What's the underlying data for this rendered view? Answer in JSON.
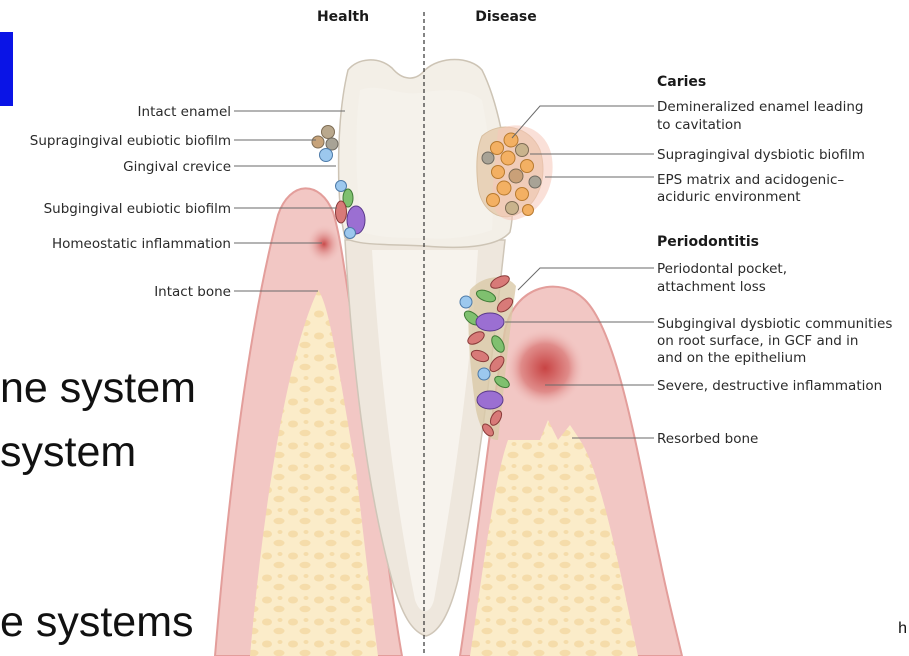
{
  "slide": {
    "line1": "ne system",
    "line2": "system",
    "line3": "e systems",
    "corner": "h"
  },
  "diagram": {
    "header_left": "Health",
    "header_right": "Disease",
    "left_labels": [
      "Intact enamel",
      "Supragingival eubiotic biofilm",
      "Gingival crevice",
      "Subgingival eubiotic biofilm",
      "Homeostatic inflammation",
      "Intact bone"
    ],
    "caries_title": "Caries",
    "caries_labels": [
      [
        "Demineralized enamel leading",
        "to cavitation"
      ],
      [
        "Supragingival dysbiotic biofilm"
      ],
      [
        "EPS matrix and acidogenic–",
        "aciduric environment"
      ]
    ],
    "perio_title": "Periodontitis",
    "perio_labels": [
      [
        "Periodontal pocket,",
        "attachment loss"
      ],
      [
        "Subgingival dysbiotic communities",
        "on root surface, in GCF and in",
        "and on the epithelium"
      ],
      [
        "Severe, destructive inflammation"
      ],
      [
        "Resorbed bone"
      ]
    ],
    "colors": {
      "gum": "#f2c7c4",
      "bone": "#fbeccb",
      "tooth": "#f0ebe3",
      "inflammation": "#cf5858",
      "slide_accent": "#0a14e6"
    }
  }
}
